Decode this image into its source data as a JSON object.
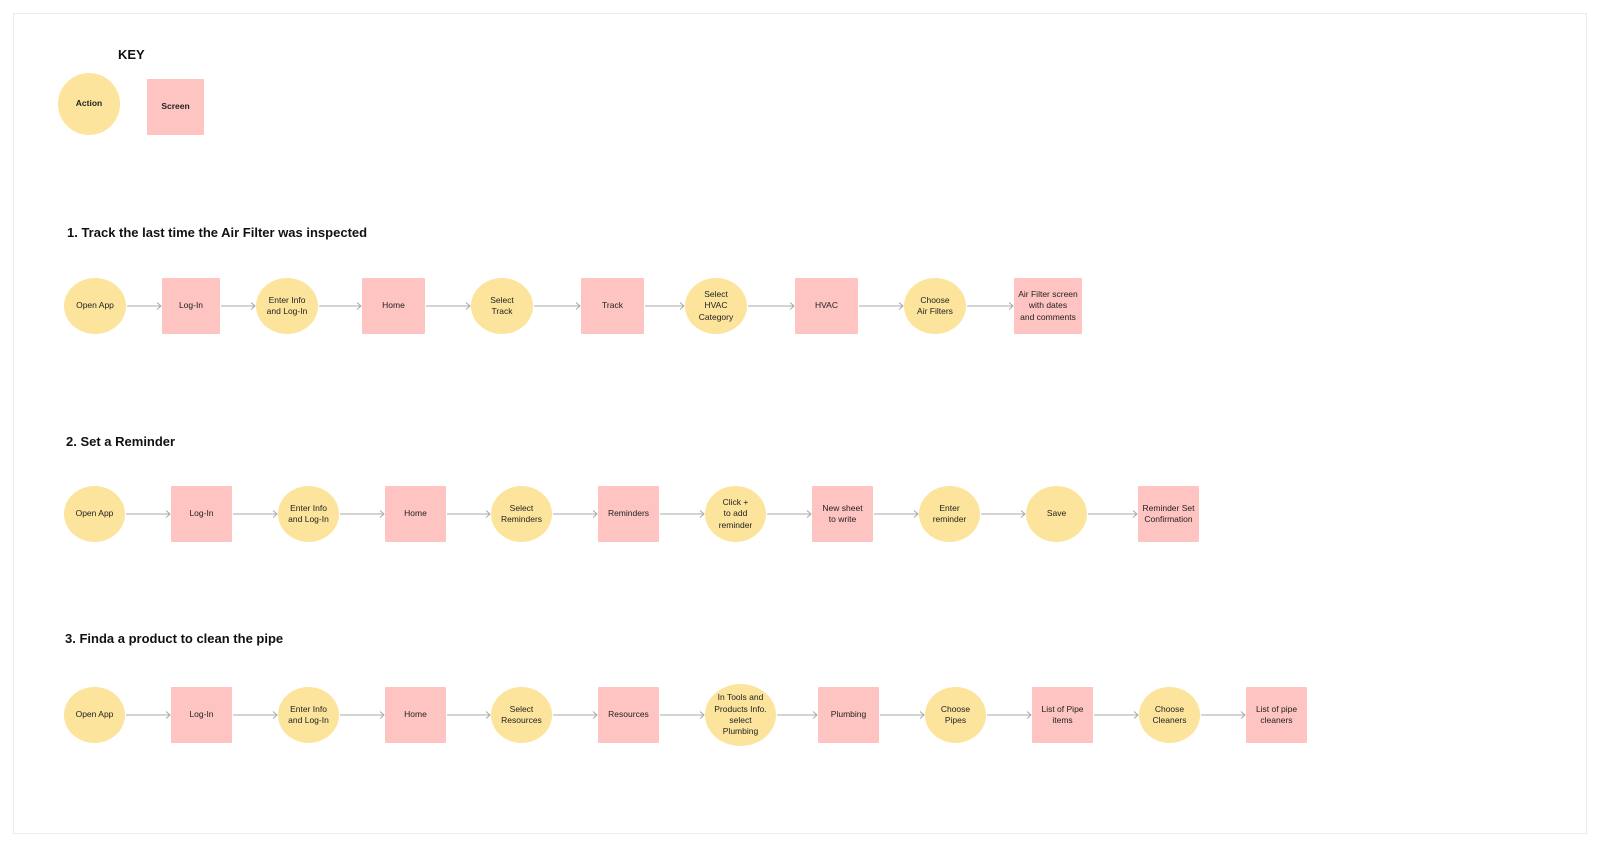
{
  "key": {
    "title": "KEY",
    "action_label": "Action",
    "screen_label": "Screen"
  },
  "colors": {
    "action": "#fde49c",
    "screen": "#fec4c1",
    "arrow": "#a9a9a9"
  },
  "flows": [
    {
      "title": "1.  Track the last time the Air Filter was inspected",
      "steps": [
        {
          "type": "action",
          "label": "Open App"
        },
        {
          "type": "screen",
          "label": "Log-In"
        },
        {
          "type": "action",
          "label": "Enter Info\nand Log-In"
        },
        {
          "type": "screen",
          "label": "Home"
        },
        {
          "type": "action",
          "label": "Select\nTrack"
        },
        {
          "type": "screen",
          "label": "Track"
        },
        {
          "type": "action",
          "label": "Select\nHVAC\nCategory"
        },
        {
          "type": "screen",
          "label": "HVAC"
        },
        {
          "type": "action",
          "label": "Choose\nAir Filters"
        },
        {
          "type": "screen",
          "label": "Air Filter screen\nwith dates\nand comments"
        }
      ]
    },
    {
      "title": "2.  Set a Reminder",
      "steps": [
        {
          "type": "action",
          "label": "Open App"
        },
        {
          "type": "screen",
          "label": "Log-In"
        },
        {
          "type": "action",
          "label": "Enter Info\nand Log-In"
        },
        {
          "type": "screen",
          "label": "Home"
        },
        {
          "type": "action",
          "label": "Select\nReminders"
        },
        {
          "type": "screen",
          "label": "Reminders"
        },
        {
          "type": "action",
          "label": "Click +\nto add\nreminder"
        },
        {
          "type": "screen",
          "label": "New sheet\nto write"
        },
        {
          "type": "action",
          "label": "Enter\nreminder"
        },
        {
          "type": "action",
          "label": "Save"
        },
        {
          "type": "screen",
          "label": "Reminder Set\nConfirmation"
        }
      ]
    },
    {
      "title": "3.  Finda a product to clean the pipe",
      "steps": [
        {
          "type": "action",
          "label": "Open App"
        },
        {
          "type": "screen",
          "label": "Log-In"
        },
        {
          "type": "action",
          "label": "Enter Info\nand Log-In"
        },
        {
          "type": "screen",
          "label": "Home"
        },
        {
          "type": "action",
          "label": "Select\nResources"
        },
        {
          "type": "screen",
          "label": "Resources"
        },
        {
          "type": "action",
          "label": "In Tools and\nProducts Info.\nselect\nPlumbing"
        },
        {
          "type": "screen",
          "label": "Plumbing"
        },
        {
          "type": "action",
          "label": "Choose\nPipes"
        },
        {
          "type": "screen",
          "label": "List of Pipe\nitems"
        },
        {
          "type": "action",
          "label": "Choose\nCleaners"
        },
        {
          "type": "screen",
          "label": "List of pipe\ncleaners"
        }
      ]
    }
  ]
}
